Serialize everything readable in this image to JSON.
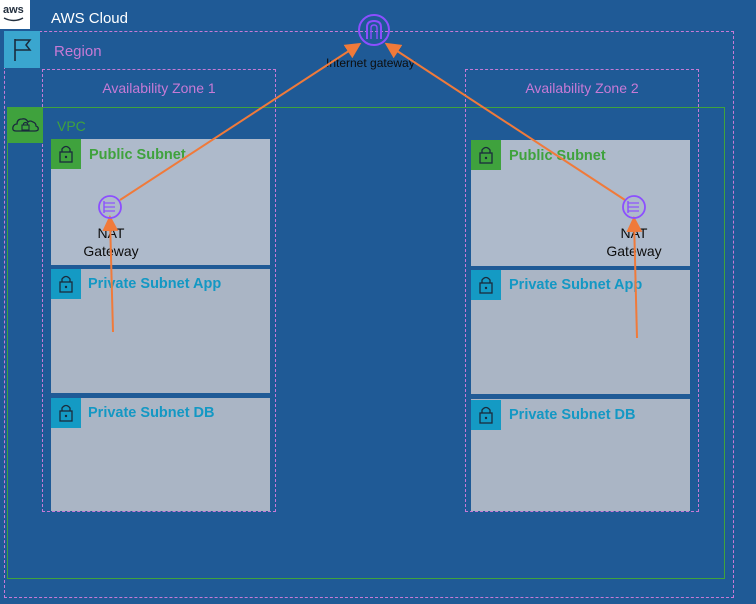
{
  "aws_cloud": {
    "logo_text": "aws",
    "title": "AWS Cloud"
  },
  "region": {
    "title": "Region"
  },
  "vpc": {
    "title": "VPC"
  },
  "internet_gateway": {
    "label": "Internet gateway"
  },
  "availability_zones": [
    {
      "title": "Availability Zone 1",
      "public_subnet": "Public Subnet",
      "nat_gateway": [
        "NAT",
        "Gateway"
      ],
      "private_app_subnet": "Private Subnet App",
      "private_db_subnet": "Private Subnet DB"
    },
    {
      "title": "Availability Zone 2",
      "public_subnet": "Public Subnet",
      "nat_gateway": [
        "NAT",
        "Gateway"
      ],
      "private_app_subnet": "Private Subnet App",
      "private_db_subnet": "Private Subnet DB"
    }
  ],
  "colors": {
    "background": "#1f5a96",
    "region_border": "#c77ad6",
    "vpc_border": "#3fa23d",
    "public_subnet": "#3fa23d",
    "private_subnet": "#149ac4",
    "gateway_icon": "#8c4fff",
    "arrow": "#f07a3a"
  }
}
